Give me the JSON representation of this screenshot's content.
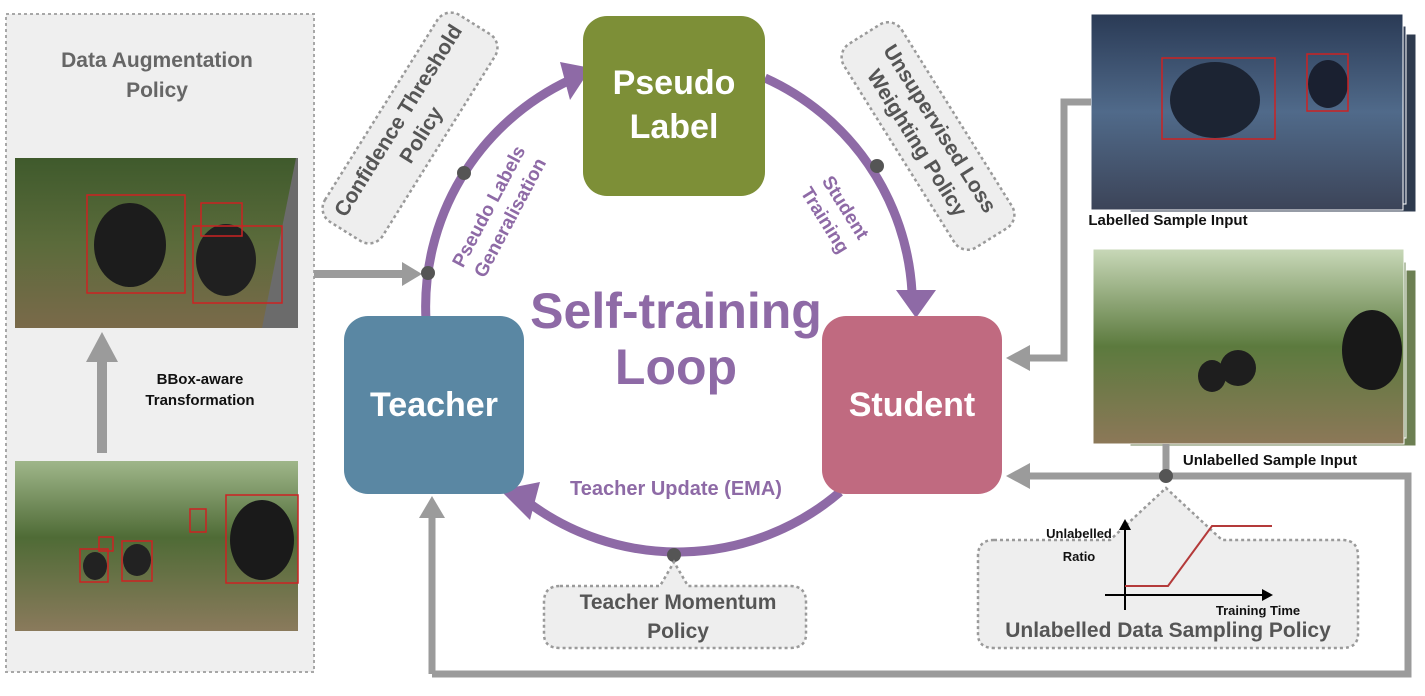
{
  "augmentation": {
    "title_line1": "Data Augmentation",
    "title_line2": "Policy",
    "transform_line1": "BBox-aware",
    "transform_line2": "Transformation"
  },
  "nodes": {
    "pseudo_label_line1": "Pseudo",
    "pseudo_label_line2": "Label",
    "teacher": "Teacher",
    "student": "Student",
    "loop_line1": "Self-training",
    "loop_line2": "Loop"
  },
  "edges": {
    "pseudo_gen_line1": "Pseudo Labels",
    "pseudo_gen_line2": "Generalisation",
    "student_training_line1": "Student",
    "student_training_line2": "Training",
    "teacher_update": "Teacher Update (EMA)"
  },
  "policies": {
    "confidence_line1": "Confidence Threshold",
    "confidence_line2": "Policy",
    "loss_line1": "Unsupervised Loss",
    "loss_line2": "Weighting Policy",
    "momentum_line1": "Teacher Momentum",
    "momentum_line2": "Policy",
    "sampling": "Unlabelled Data Sampling Policy"
  },
  "inputs": {
    "labelled": "Labelled Sample Input",
    "unlabelled": "Unlabelled Sample Input"
  },
  "sampling_chart": {
    "ylabel_line1": "Unlabelled",
    "ylabel_line2": "Ratio",
    "xlabel": "Training Time"
  },
  "colors": {
    "loop": "#8e6aa6",
    "pseudo_label": "#7d8f37",
    "teacher": "#5a87a3",
    "student": "#c06a80",
    "gray_arrow": "#9b9b9b",
    "bbox": "#cc2222"
  }
}
